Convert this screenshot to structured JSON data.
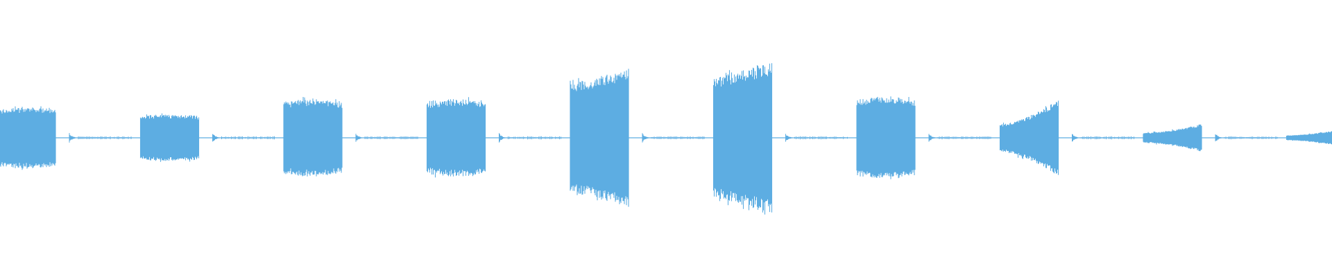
{
  "waveform": {
    "color": "#5dade2",
    "background": "#ffffff",
    "segments": [
      {
        "amplitude": 0.22,
        "shape": "flat"
      },
      {
        "amplitude": 0.17,
        "shape": "flat"
      },
      {
        "amplitude": 0.28,
        "shape": "flat"
      },
      {
        "amplitude": 0.28,
        "shape": "flat"
      },
      {
        "amplitude": 0.5,
        "shape": "rising"
      },
      {
        "amplitude": 0.55,
        "shape": "rising"
      },
      {
        "amplitude": 0.3,
        "shape": "flat"
      },
      {
        "amplitude": 0.28,
        "shape": "swell"
      },
      {
        "amplitude": 0.1,
        "shape": "swell"
      },
      {
        "amplitude": 0.05,
        "shape": "swell"
      }
    ]
  }
}
